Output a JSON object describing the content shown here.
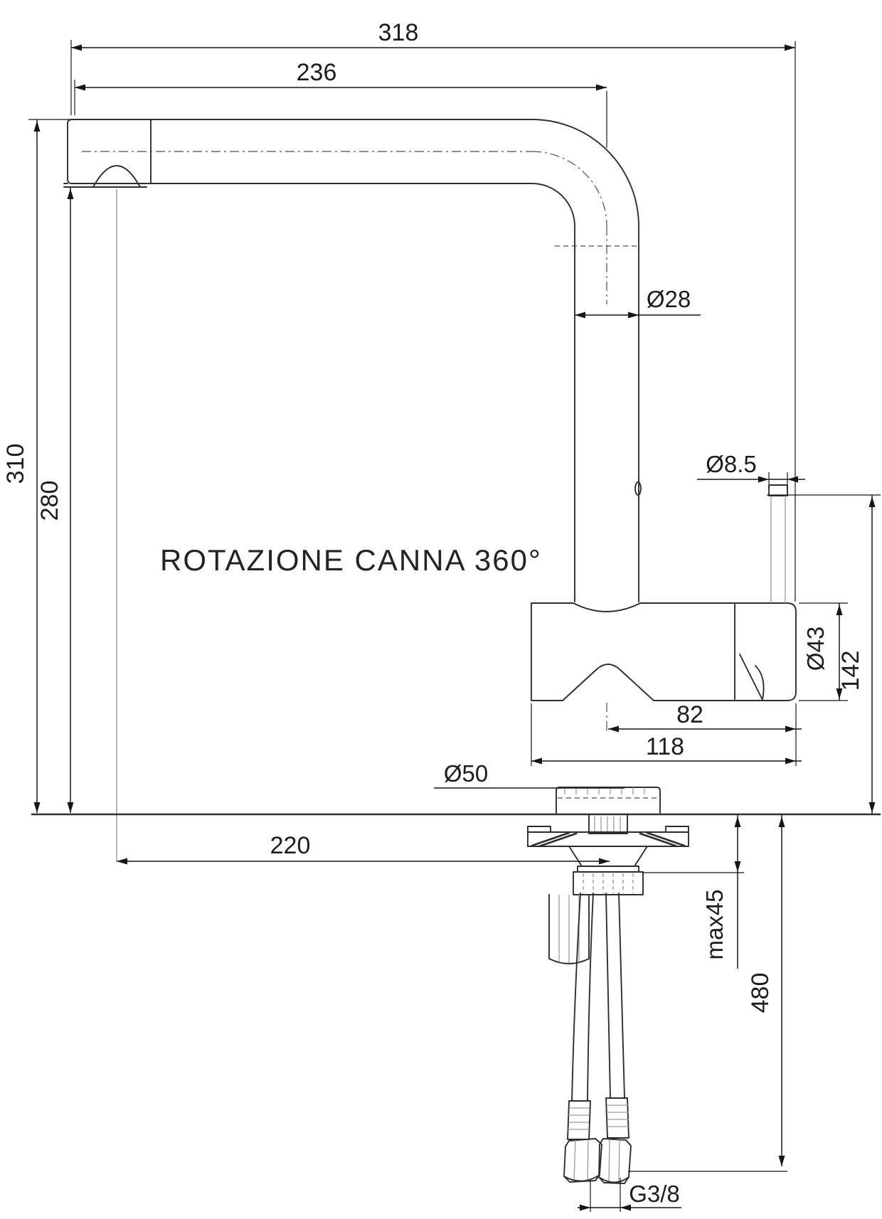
{
  "drawing": {
    "note": "ROTAZIONE CANNA 360°",
    "labels": {
      "total_width": "318",
      "spout_reach_top": "236",
      "pipe_diameter": "Ø28",
      "lever_diameter": "Ø8.5",
      "total_height": "310",
      "spout_clearance_height": "280",
      "body_diameter": "Ø43",
      "lever_top_height": "142",
      "body_offset": "82",
      "body_length": "118",
      "base_diameter": "Ø50",
      "spout_reach_bottom": "220",
      "max_counter_thickness": "max45",
      "hose_length": "480",
      "thread_size": "G3/8"
    },
    "colors": {
      "bg": "#ffffff",
      "line": "#2e2e2e",
      "dim": "#161616",
      "light": "#9a9a9a"
    }
  }
}
